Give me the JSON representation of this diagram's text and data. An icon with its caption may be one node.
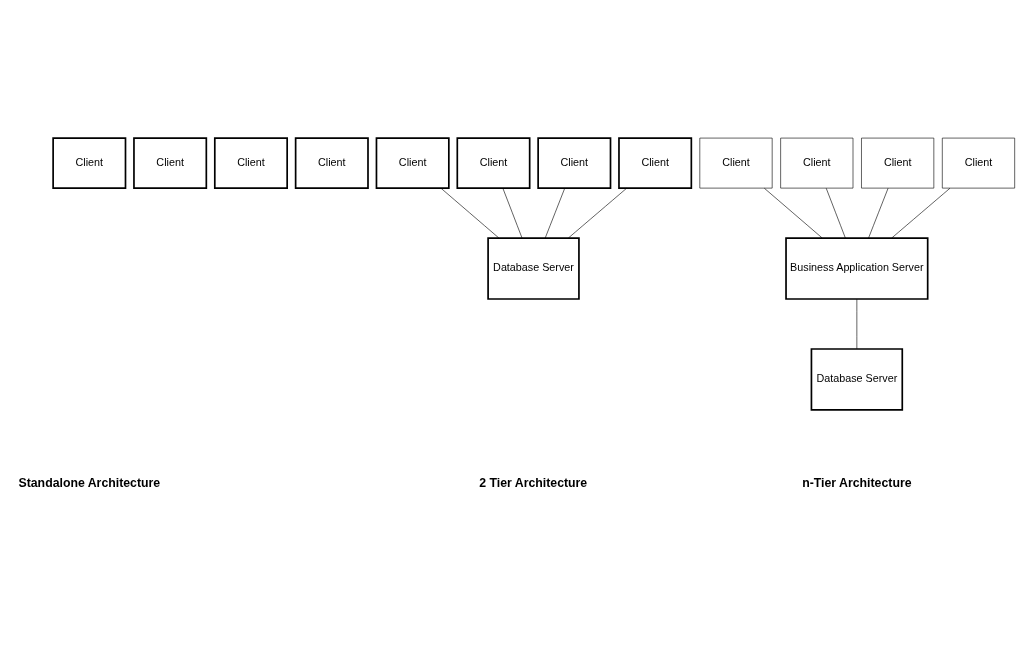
{
  "diagram": {
    "nodes": [
      {
        "text": [
          "Client"
        ]
      },
      {
        "text": [
          "Client"
        ]
      },
      {
        "text": [
          "Client"
        ]
      },
      {
        "text": [
          "Client"
        ]
      },
      {
        "text": [
          "Client"
        ]
      },
      {
        "text": [
          "Client"
        ]
      },
      {
        "text": [
          "Client"
        ]
      },
      {
        "text": [
          "Client"
        ]
      },
      {
        "text": [
          "Database Server"
        ]
      },
      {
        "text": [
          "Client"
        ]
      },
      {
        "text": [
          "Client"
        ]
      },
      {
        "text": [
          "Client"
        ]
      },
      {
        "text": [
          "Client"
        ]
      },
      {
        "text": [
          "Business Application Server"
        ]
      },
      {
        "text": [
          "Database Server"
        ]
      }
    ],
    "edges": [
      {
        "from": 4,
        "to": 8,
        "arrow": "none"
      },
      {
        "from": 5,
        "to": 8,
        "arrow": "none"
      },
      {
        "from": 6,
        "to": 8,
        "arrow": "none"
      },
      {
        "from": 7,
        "to": 8,
        "arrow": "none"
      },
      {
        "from": 9,
        "to": 13,
        "arrow": "none"
      },
      {
        "from": 10,
        "to": 13,
        "arrow": "none"
      },
      {
        "from": 11,
        "to": 13,
        "arrow": "none"
      },
      {
        "from": 12,
        "to": 13,
        "arrow": "none"
      },
      {
        "from": 13,
        "to": 14,
        "arrow": "none"
      }
    ],
    "labels": [
      "Standalone Architecture",
      "2 Tier Architecture",
      "n-Tier Architecture"
    ]
  }
}
